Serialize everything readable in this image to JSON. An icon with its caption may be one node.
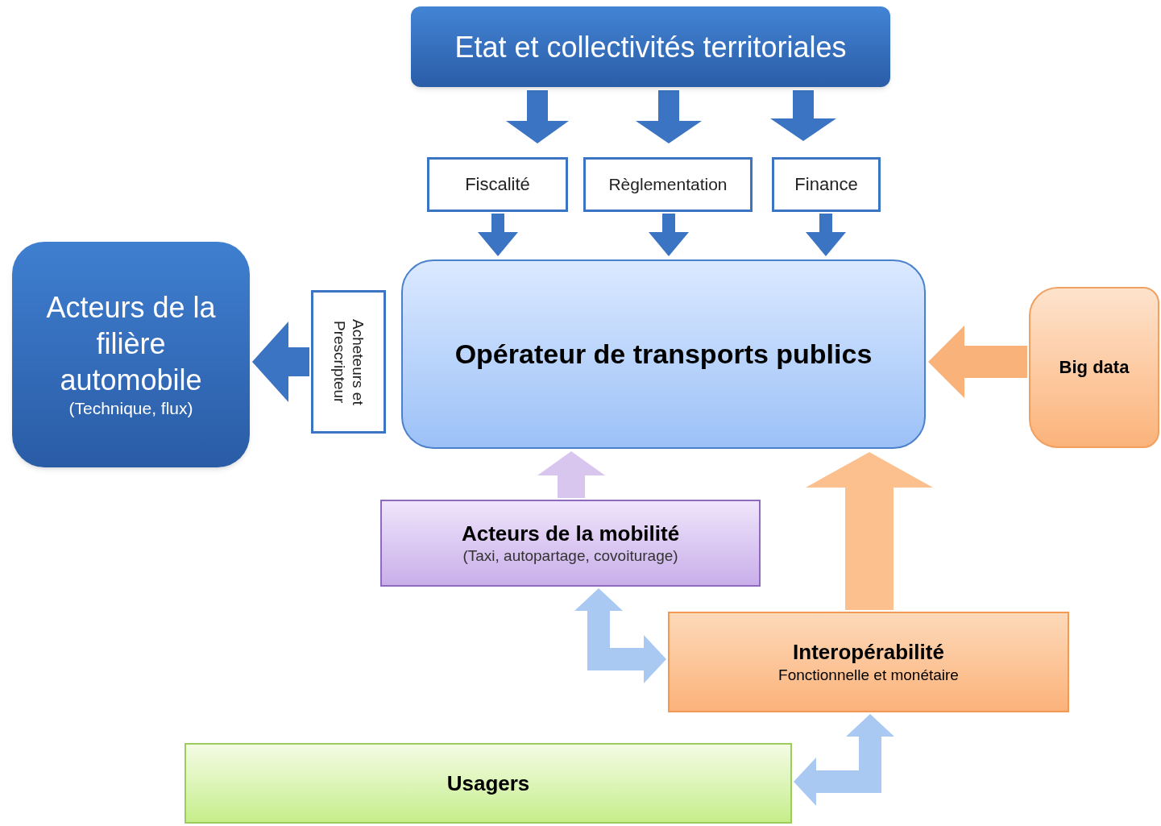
{
  "diagram": {
    "nodes": [
      {
        "text": [
          "Etat et collectivités territoriales"
        ]
      },
      {
        "text": [
          "Fiscalité"
        ]
      },
      {
        "text": [
          "Règlementation"
        ]
      },
      {
        "text": [
          "Finance"
        ]
      },
      {
        "text": [
          "Acteurs de la filière automobile",
          "(Technique, flux)"
        ]
      },
      {
        "text": [
          "Acheteurs et Prescripteur"
        ]
      },
      {
        "text": [
          "Opérateur de transports publics"
        ]
      },
      {
        "text": [
          "Big data"
        ]
      },
      {
        "text": [
          "Acteurs de la mobilité",
          "(Taxi, autopartage, covoiturage)"
        ]
      },
      {
        "text": [
          "Interopérabilité",
          "Fonctionnelle et monétaire"
        ]
      },
      {
        "text": [
          "Usagers"
        ]
      }
    ],
    "edges": [
      {
        "from": 0,
        "to": 1,
        "arrow": "to"
      },
      {
        "from": 0,
        "to": 2,
        "arrow": "to"
      },
      {
        "from": 0,
        "to": 3,
        "arrow": "to"
      },
      {
        "from": 1,
        "to": 6,
        "arrow": "to"
      },
      {
        "from": 2,
        "to": 6,
        "arrow": "to"
      },
      {
        "from": 3,
        "to": 6,
        "arrow": "to"
      },
      {
        "from": 5,
        "to": 4,
        "arrow": "to"
      },
      {
        "from": 7,
        "to": 6,
        "arrow": "to",
        "color": "#f8b27a"
      },
      {
        "from": 8,
        "to": 6,
        "arrow": "to",
        "color": "#d9c6ef"
      },
      {
        "from": 9,
        "to": 6,
        "arrow": "to",
        "color": "#fbc08e",
        "style": "thick"
      },
      {
        "from": 8,
        "to": 9,
        "arrow": "both",
        "color": "#a9c9f2"
      },
      {
        "from": 10,
        "to": 9,
        "arrow": "both",
        "color": "#a9c9f2"
      }
    ]
  }
}
